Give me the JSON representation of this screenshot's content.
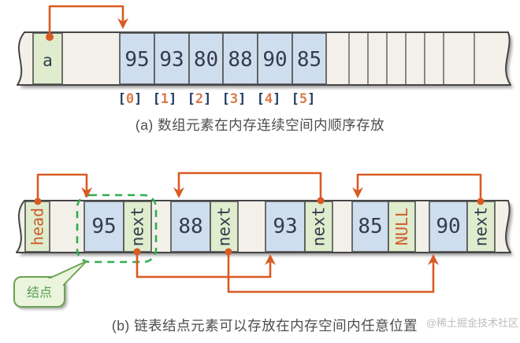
{
  "colors": {
    "arrow_orange": "#d95a22",
    "pointer_text_orange": "#cd5c2a",
    "index_bracket_navy": "#203a60",
    "index_digit_orange": "#d97a4a",
    "value_text": "#333b4d",
    "cell_blue": "#cfdeee",
    "cell_green": "#dfeccd",
    "strip_cream": "#f3f0e9",
    "node_dash_green": "#2fae4f",
    "callout_green": "#4fa050",
    "caption_gray": "#4c4c4c",
    "watermark_gray": "#bdbdbd"
  },
  "array_diagram": {
    "variable_label": "a",
    "cells": [
      "95",
      "93",
      "80",
      "88",
      "90",
      "85"
    ],
    "indices": [
      {
        "l": "[",
        "d": "0",
        "r": "]"
      },
      {
        "l": "[",
        "d": "1",
        "r": "]"
      },
      {
        "l": "[",
        "d": "2",
        "r": "]"
      },
      {
        "l": "[",
        "d": "3",
        "r": "]"
      },
      {
        "l": "[",
        "d": "4",
        "r": "]"
      },
      {
        "l": "[",
        "d": "5",
        "r": "]"
      }
    ],
    "caption": "(a) 数组元素在内存连续空间内顺序存放"
  },
  "list_diagram": {
    "head_label": "head",
    "nodes": [
      {
        "value": "95",
        "pointer": "next"
      },
      {
        "value": "88",
        "pointer": "next"
      },
      {
        "value": "93",
        "pointer": "next"
      },
      {
        "value": "85",
        "pointer": "NULL"
      },
      {
        "value": "90",
        "pointer": "next"
      }
    ],
    "links": [
      {
        "from": "head",
        "to": "95"
      },
      {
        "from": "95",
        "to": "93"
      },
      {
        "from": "93",
        "to": "88"
      },
      {
        "from": "88",
        "to": "90"
      },
      {
        "from": "90",
        "to": "85"
      }
    ],
    "callout_label": "结点",
    "caption": "(b) 链表结点元素可以存放在内存空间内任意位置"
  },
  "watermark": "@稀土掘金技术社区"
}
